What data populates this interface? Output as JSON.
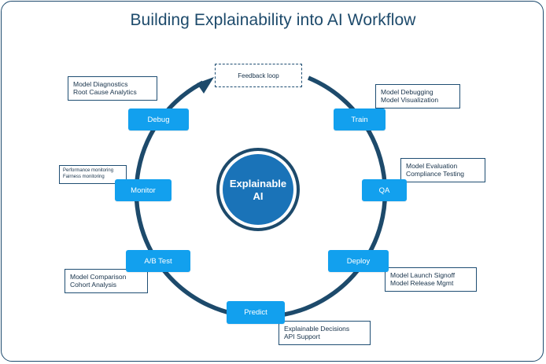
{
  "title": "Building Explainability into AI Workflow",
  "center": {
    "line1": "Explainable",
    "line2": "AI"
  },
  "feedback_label": "Feedback loop",
  "steps": {
    "debug": "Debug",
    "train": "Train",
    "monitor": "Monitor",
    "qa": "QA",
    "abtest": "A/B Test",
    "deploy": "Deploy",
    "predict": "Predict"
  },
  "notes": {
    "debug": [
      "Model Diagnostics",
      "Root Cause Analytics"
    ],
    "train": [
      "Model Debugging",
      "Model Visualization"
    ],
    "monitor": [
      "Performance monitoring",
      "Fairness monitoring"
    ],
    "qa": [
      "Model Evaluation",
      "Compliance Testing"
    ],
    "abtest": [
      "Model Comparison",
      "Cohort Analysis"
    ],
    "deploy": [
      "Model Launch Signoff",
      "Model Release Mgmt"
    ],
    "predict": [
      "Explainable Decisions",
      "API Support"
    ]
  },
  "colors": {
    "ring": "#1d4a6b",
    "step": "#12a0ee",
    "core_fill": "#1a73b8",
    "core_ring": "#1d4a6b"
  }
}
